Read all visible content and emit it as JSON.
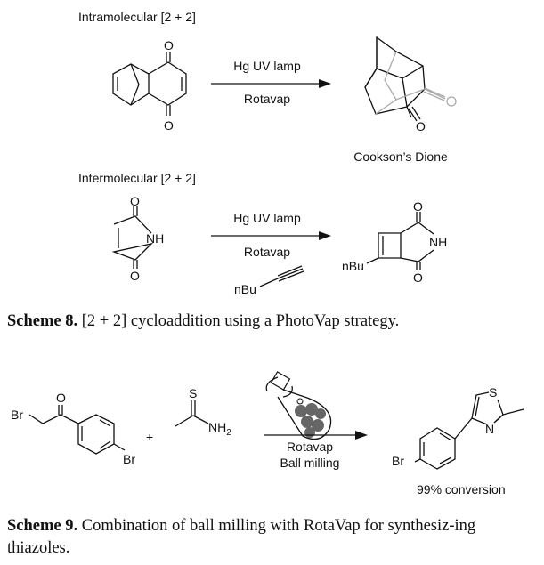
{
  "scheme8": {
    "intra_label": "Intramolecular [2 + 2]",
    "intra_conditions": [
      "Hg UV lamp",
      "Rotavap"
    ],
    "intra_product_name": "Cookson’s Dione",
    "inter_label": "Intermolecular [2 + 2]",
    "inter_conditions": [
      "Hg UV lamp",
      "Rotavap"
    ],
    "inter_reagent": "nBu",
    "atoms": {
      "o": "O",
      "nh": "NH",
      "nbu": "nBu"
    },
    "caption_label": "Scheme 8.",
    "caption_text": " [2 + 2] cycloaddition using a PhotoVap strategy."
  },
  "scheme9": {
    "atoms": {
      "br": "Br",
      "o": "O",
      "s": "S",
      "nh2": "NH",
      "sub2": "2",
      "n": "N"
    },
    "plus": "+",
    "conditions": [
      "Rotavap",
      "Ball milling"
    ],
    "yield": "99% conversion",
    "caption_label": "Scheme 9.",
    "caption_text": " Combination of ball milling with RotaVap for synthesiz-ing thiazoles."
  }
}
